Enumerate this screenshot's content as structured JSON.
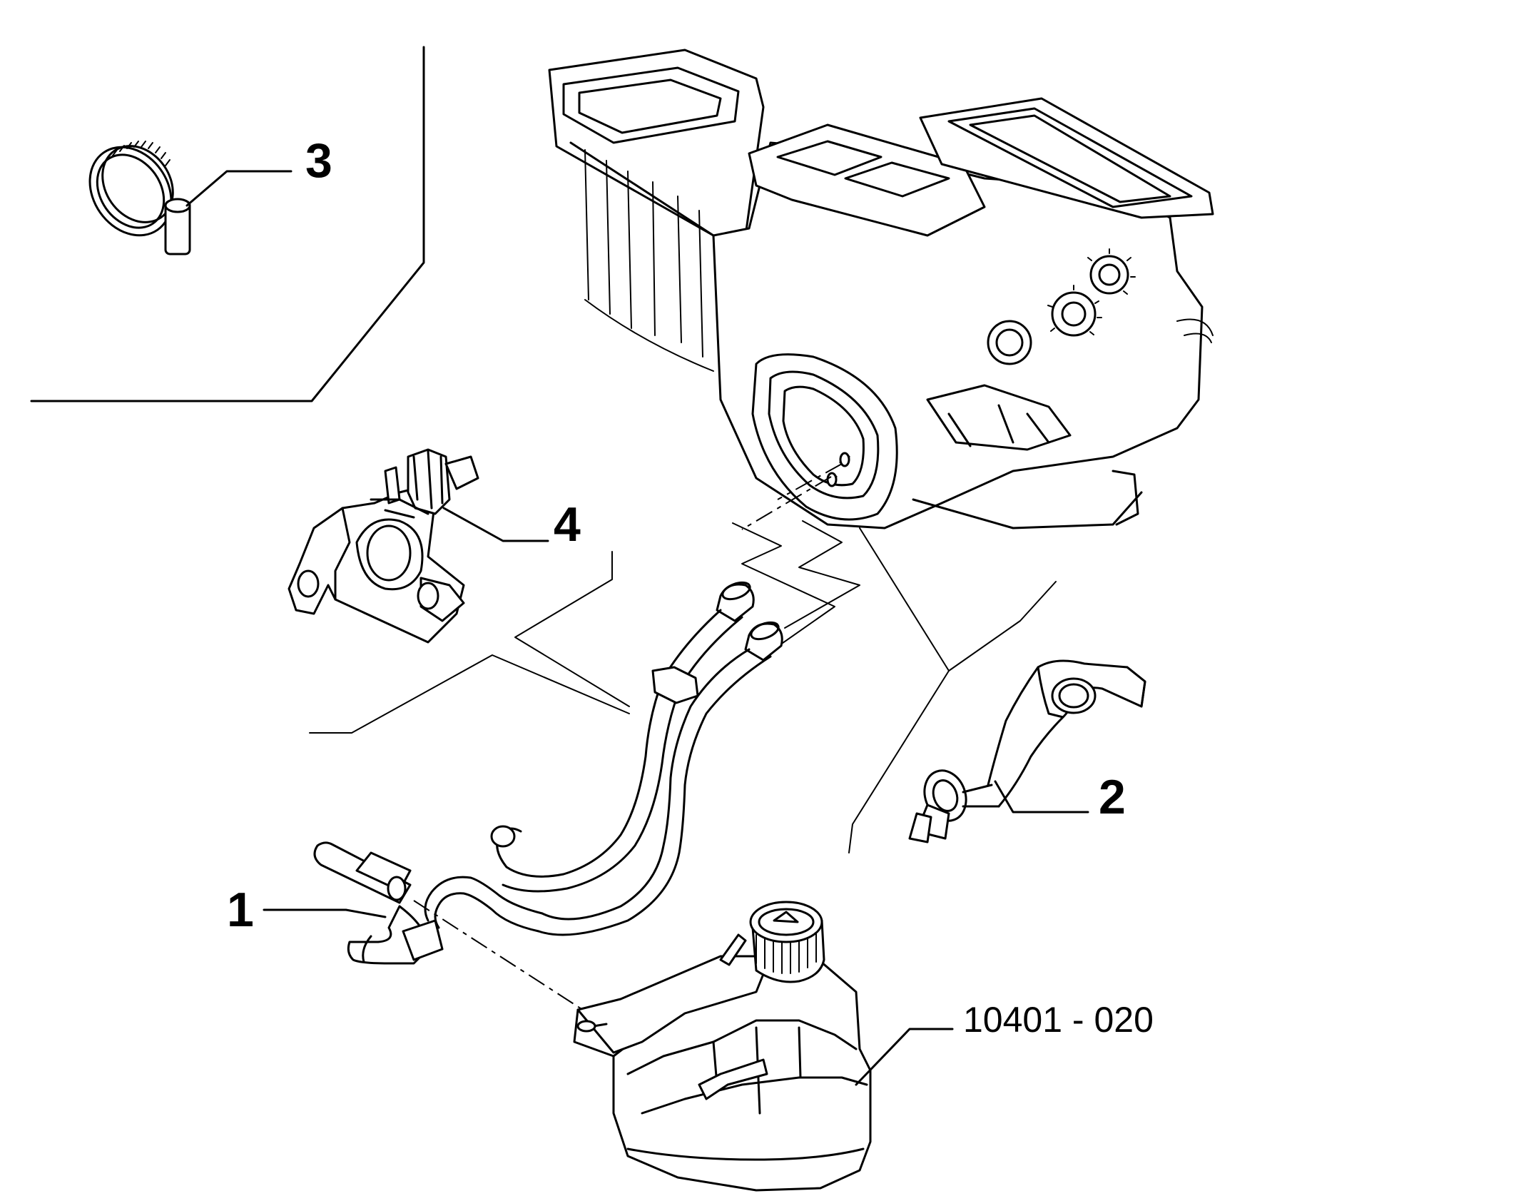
{
  "diagram": {
    "callouts": [
      {
        "id": "part-1",
        "text": "1"
      },
      {
        "id": "part-2",
        "text": "2"
      },
      {
        "id": "part-3",
        "text": "3"
      },
      {
        "id": "part-4",
        "text": "4"
      }
    ],
    "reference": "10401 - 020"
  }
}
